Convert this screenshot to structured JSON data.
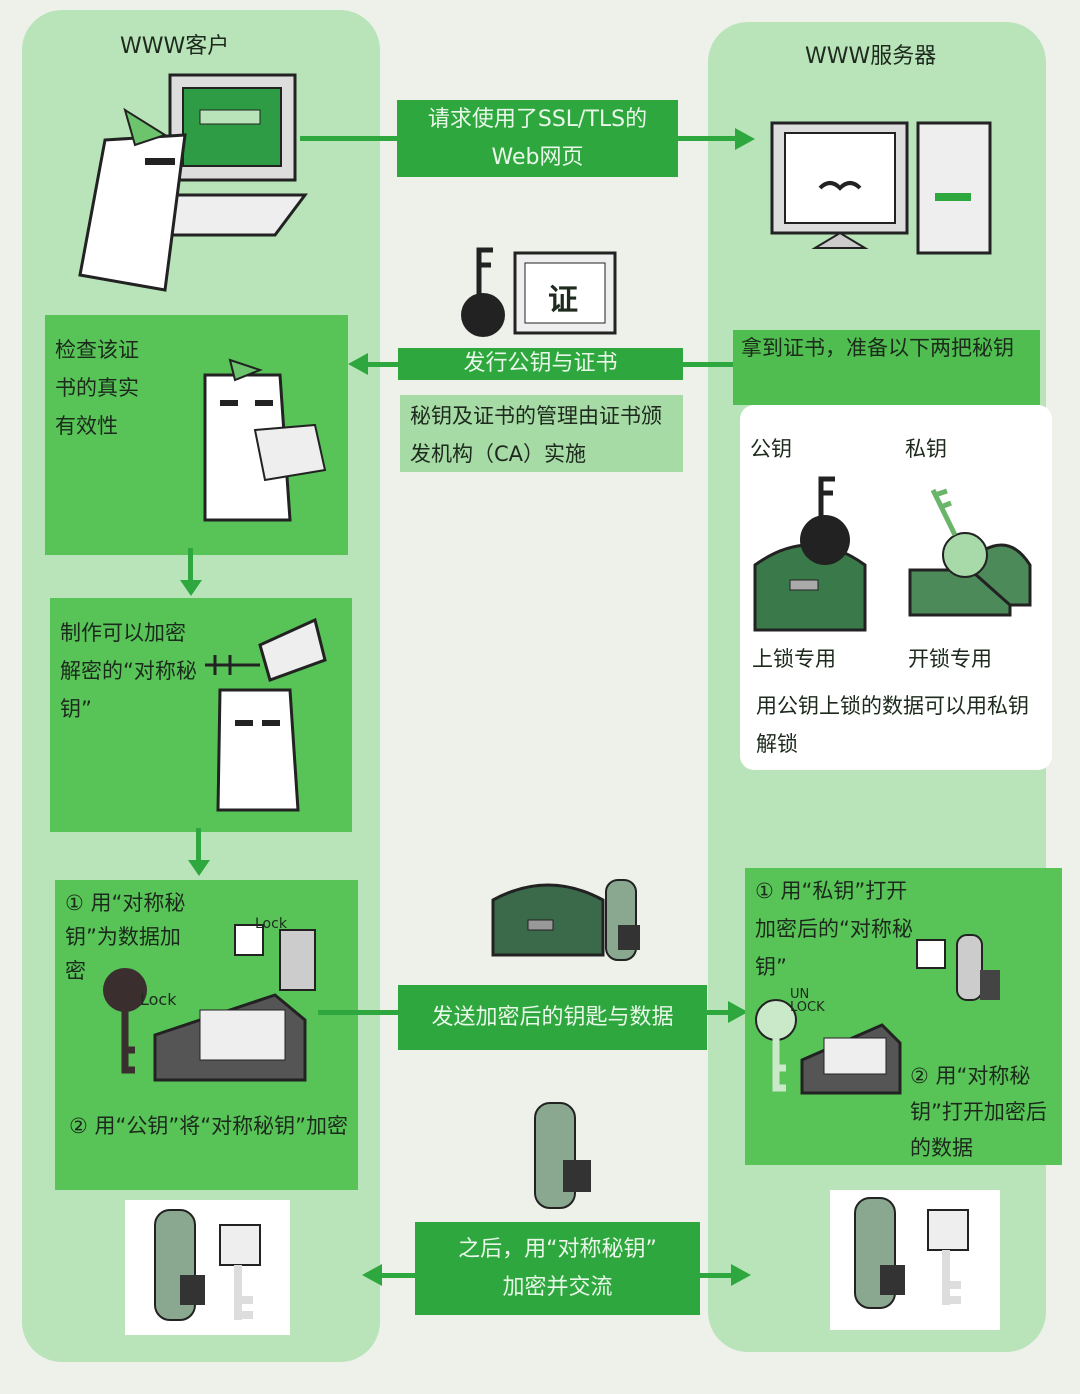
{
  "client": {
    "title": "WWW客户",
    "step_check": "检查该证书的真实有效性",
    "step_make": "制作可以加密解密的“对称秘钥”",
    "step_encrypt_1": "① 用“对称秘钥”为数据加密",
    "step_encrypt_2": "② 用“公钥”将“对称秘钥”加密",
    "lock_text": "Lock"
  },
  "server": {
    "title": "WWW服务器",
    "prepare": "拿到证书，准备以下两把秘钥",
    "public_key": "公钥",
    "private_key": "私钥",
    "lock_use": "上锁专用",
    "unlock_use": "开锁专用",
    "explain": "用公钥上锁的数据可以用私钥解锁",
    "step_decrypt_1": "① 用“私钥”打开加密后的“对称秘钥”",
    "step_decrypt_2": "② 用“对称秘钥”打开加密后的数据",
    "unlock_text": "UN LOCK"
  },
  "flow": {
    "request_line1": "请求使用了SSL/TLS的",
    "request_line2": "Web网页",
    "certificate_glyph": "证",
    "issue": "发行公钥与证书",
    "ca_note": "秘钥及证书的管理由证书颁发机构（CA）实施",
    "send": "发送加密后的钥匙与数据",
    "after_line1": "之后，用“对称秘钥”",
    "after_line2": "加密并交流"
  },
  "colors": {
    "dark_green": "#2ea83e",
    "box_green": "#58c458",
    "pale_green": "#b9e4b9"
  }
}
